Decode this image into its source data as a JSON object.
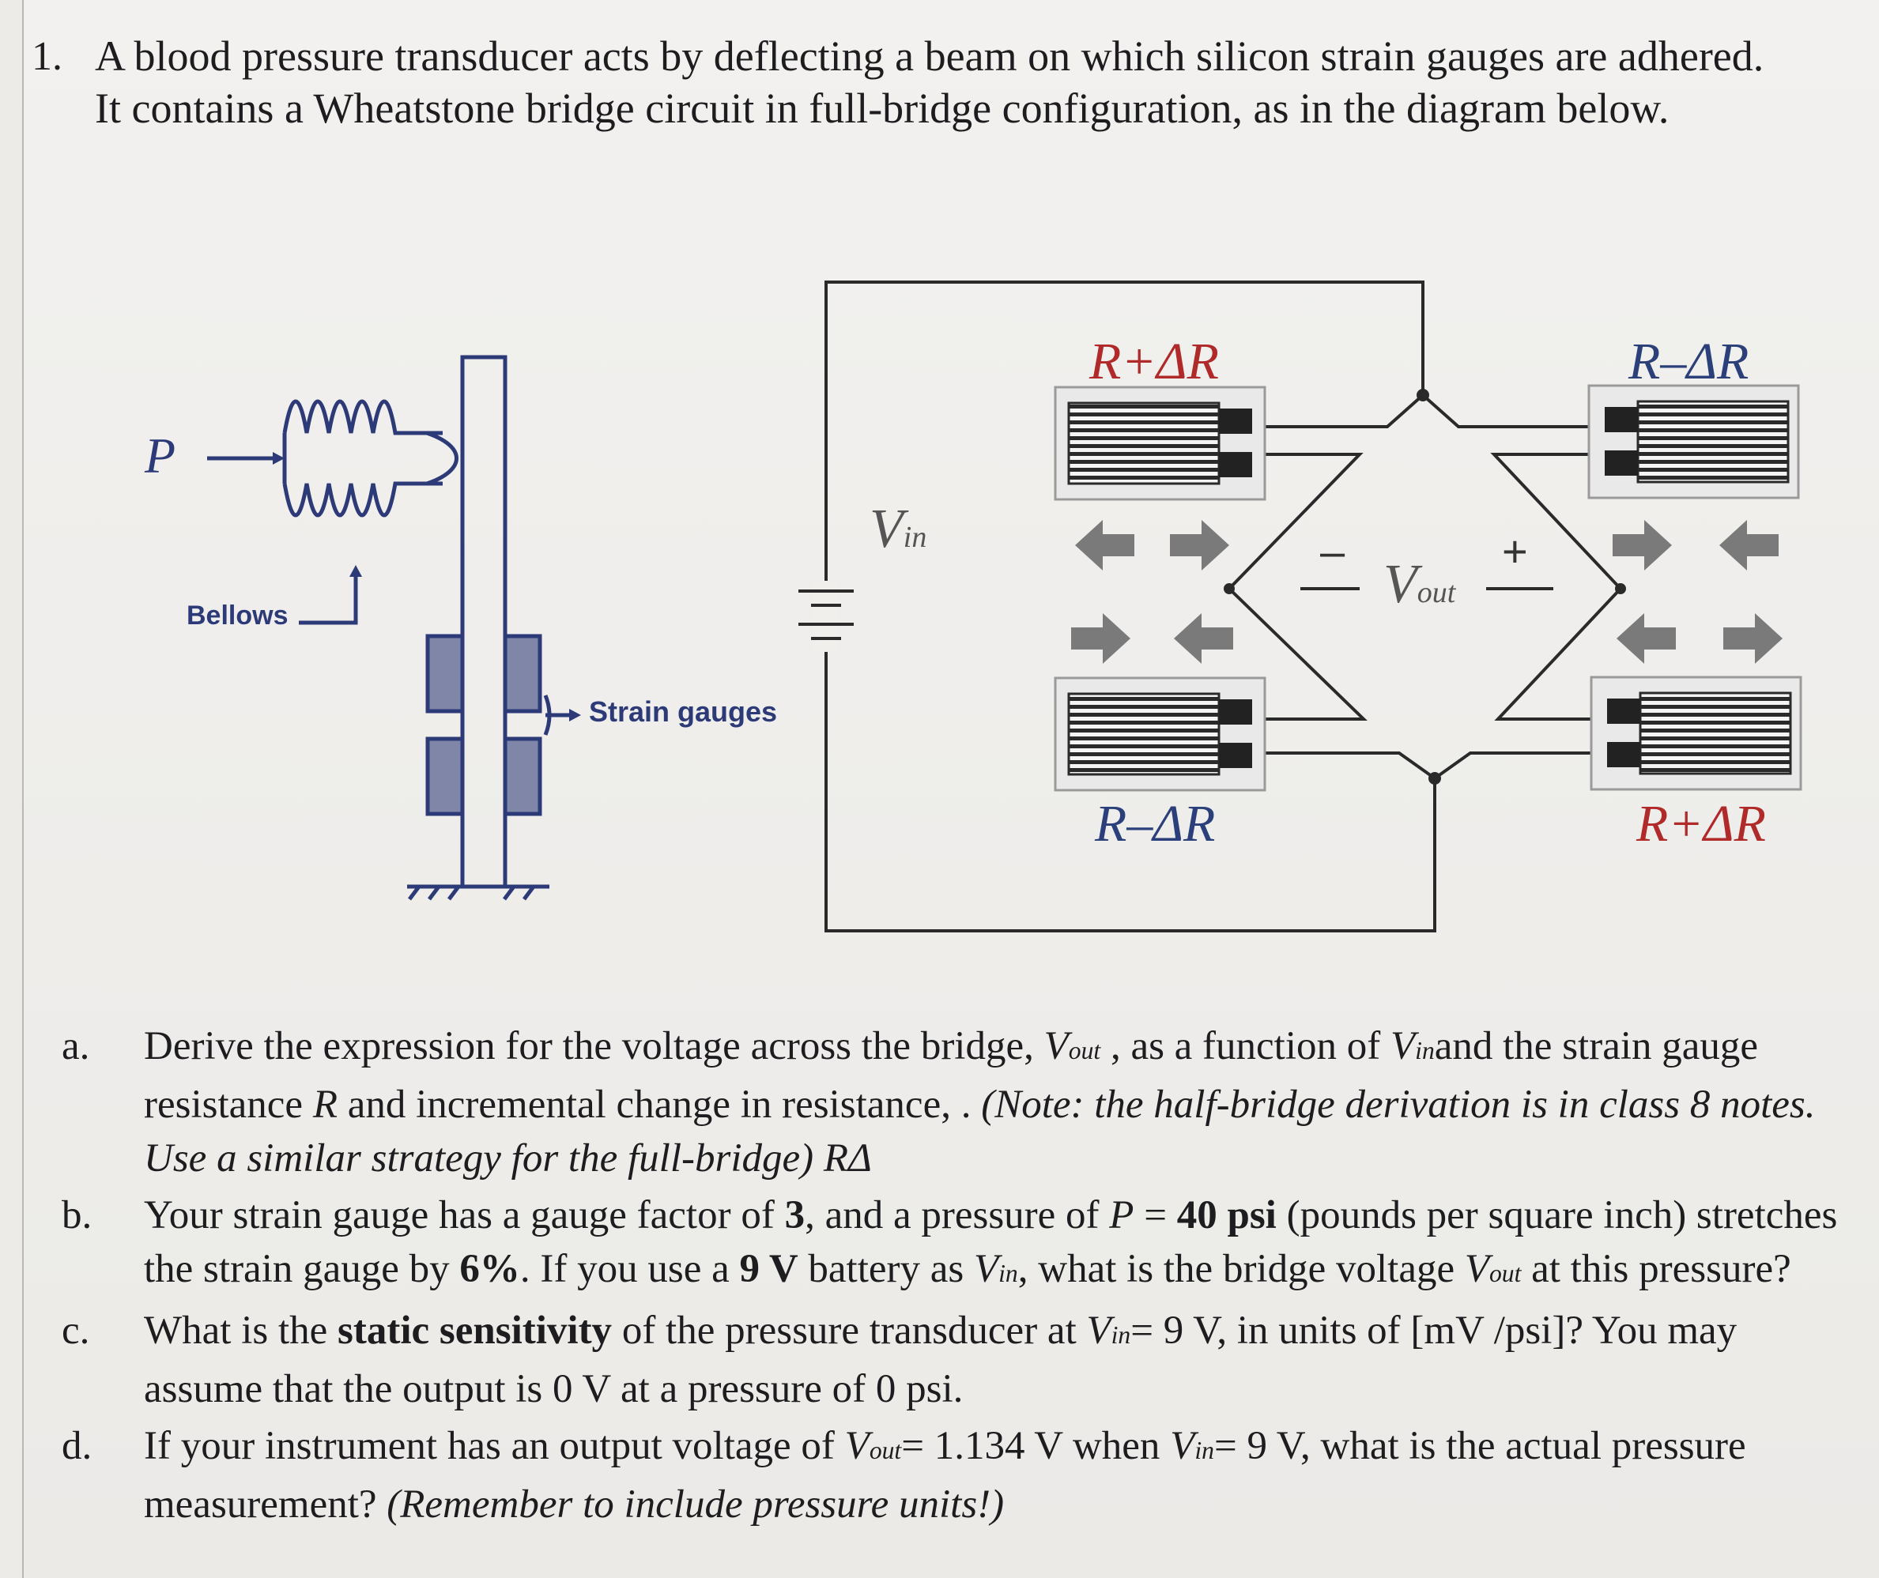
{
  "question": {
    "number": "1.",
    "intro": "A blood pressure transducer acts by deflecting a beam on which silicon strain gauges are adhered. It contains a Wheatstone bridge circuit in full-bridge configuration, as in the diagram below."
  },
  "figure": {
    "transducer": {
      "pressure_label": "P",
      "bellows_label": "Bellows",
      "strain_gauges_label": "Strain gauges"
    },
    "bridge": {
      "vin_symbol": "V",
      "vin_subscript": "in",
      "vout_symbol": "V",
      "vout_subscript": "out",
      "minus": "–",
      "plus": "+",
      "gauge_top_left": "R+ΔR",
      "gauge_top_right": "R–ΔR",
      "gauge_bottom_left": "R–ΔR",
      "gauge_bottom_right": "R+ΔR"
    }
  },
  "parts": {
    "a": {
      "letter": "a.",
      "t1": "Derive the expression for the voltage across the bridge, ",
      "v1": "V",
      "s1": "out",
      "t2": " , as a function of ",
      "v2": "V",
      "s2": "in",
      "t3": "and the strain gauge resistance ",
      "v3": "R",
      "t4": " and incremental change in resistance, . ",
      "note": "(Note: the half-bridge derivation is in class 8 notes. Use a similar strategy for the full-bridge) RΔ"
    },
    "b": {
      "letter": "b.",
      "t1": "Your strain gauge has a gauge factor of ",
      "b1": "3",
      "t2": ", and a pressure of ",
      "v1": "P",
      "t3": " = ",
      "b2": "40 psi",
      "t4": " (pounds per square inch) stretches the strain gauge by ",
      "b3": "6%",
      "t5": ". If you use a ",
      "b4": "9 V",
      "t6": " battery as ",
      "v2": "V",
      "s2": "in",
      "t7": ", what is the bridge voltage ",
      "v3": "V",
      "s3": "out",
      "t8": " at this pressure?"
    },
    "c": {
      "letter": "c.",
      "t1": "What is the ",
      "b1": "static sensitivity",
      "t2": " of the pressure transducer at ",
      "v1": "V",
      "s1": "in",
      "t3": "= 9 V, in units of [mV /psi]? You may assume that the output is 0 V at a pressure of 0 psi."
    },
    "d": {
      "letter": "d.",
      "t1": "If your instrument has an output voltage of ",
      "v1": "V",
      "s1": "out",
      "t2": "= 1.134 V when ",
      "v2": "V",
      "s2": "in",
      "t3": "= 9 V, what is the actual pressure measurement? ",
      "note": "(Remember to include pressure units!)"
    }
  },
  "colors": {
    "label_red": "#b02a2a",
    "label_blue": "#2b3f7a",
    "gauge_dark": "#222222",
    "arrow_grey": "#7a7a7a",
    "transducer_blue": "#2d3a78"
  }
}
